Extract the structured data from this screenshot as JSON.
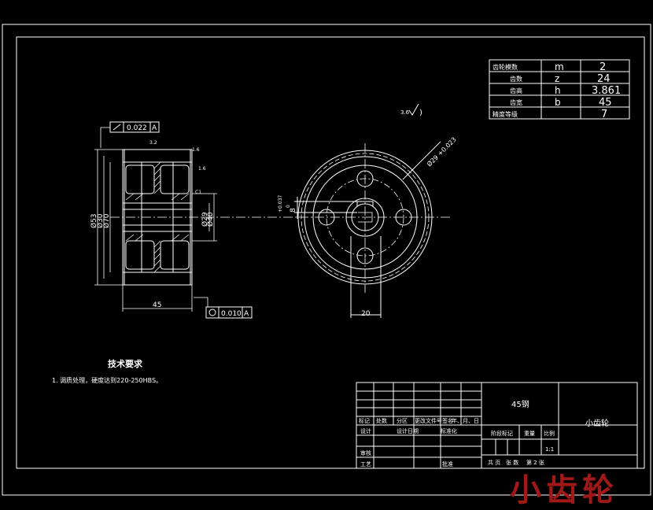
{
  "gear_params": [
    {
      "name": "齿轮模数",
      "symbol": "m",
      "value": "2"
    },
    {
      "name": "齿数",
      "symbol": "z",
      "value": "24"
    },
    {
      "name": "齿高",
      "symbol": "h",
      "value": "3.861"
    },
    {
      "name": "齿宽",
      "symbol": "b",
      "value": "45"
    },
    {
      "name": "精度等级",
      "symbol": "",
      "value": "7"
    }
  ],
  "dims": {
    "tol_top": "0.022",
    "tol_bottom": "0.010",
    "datum": "A",
    "width": "45",
    "keyway_width": "20",
    "d1": "Ø53",
    "d2": "Ø30",
    "d3": "Ø70",
    "d4": "Ø29",
    "d5": "Ø40",
    "bore": "Ø29 +0.023",
    "key_depth": "8",
    "key_tol": "+0.037",
    "key_tol2": "0",
    "rough_1": "3.2",
    "rough_2": "1.6",
    "rough_3": "3.6",
    "rough_4": "1.6",
    "rough_general": "3.6",
    "chamfer": "C1"
  },
  "notes": {
    "title": "技术要求",
    "line1": "1. 调质处理，硬度达到220-250HBS。"
  },
  "title_block": {
    "material": "45钢",
    "part_name": "小齿轮",
    "h_mark": "标记",
    "h_count": "处数",
    "h_zone": "分区",
    "h_doc": "更改文件号",
    "h_sign": "签名",
    "h_date": "年、月、日",
    "design": "设计",
    "std_date": "设计日期",
    "standard": "标准化",
    "stage_mark": "阶段标记",
    "weight": "重量",
    "scale_h": "比例",
    "scale": "1:1",
    "review": "审核",
    "process": "工艺",
    "approve": "批准",
    "sheets": "共  页",
    "sheet_word": "张  数",
    "page": "第  2  张"
  },
  "watermark": "小齿轮"
}
